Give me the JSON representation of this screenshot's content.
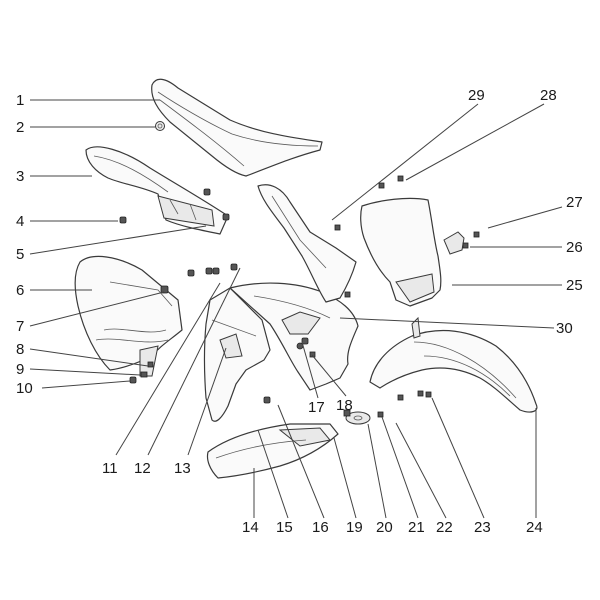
{
  "diagram": {
    "callouts": [
      {
        "id": "1",
        "text": "1"
      },
      {
        "id": "2",
        "text": "2"
      },
      {
        "id": "3",
        "text": "3"
      },
      {
        "id": "4",
        "text": "4"
      },
      {
        "id": "5",
        "text": "5"
      },
      {
        "id": "6",
        "text": "6"
      },
      {
        "id": "7",
        "text": "7"
      },
      {
        "id": "8",
        "text": "8"
      },
      {
        "id": "9",
        "text": "9"
      },
      {
        "id": "10",
        "text": "10"
      },
      {
        "id": "11",
        "text": "11"
      },
      {
        "id": "12",
        "text": "12"
      },
      {
        "id": "13",
        "text": "13"
      },
      {
        "id": "14",
        "text": "14"
      },
      {
        "id": "15",
        "text": "15"
      },
      {
        "id": "16",
        "text": "16"
      },
      {
        "id": "17",
        "text": "17"
      },
      {
        "id": "18",
        "text": "18"
      },
      {
        "id": "19",
        "text": "19"
      },
      {
        "id": "20",
        "text": "20"
      },
      {
        "id": "21",
        "text": "21"
      },
      {
        "id": "22",
        "text": "22"
      },
      {
        "id": "23",
        "text": "23"
      },
      {
        "id": "24",
        "text": "24"
      },
      {
        "id": "25",
        "text": "25"
      },
      {
        "id": "26",
        "text": "26"
      },
      {
        "id": "27",
        "text": "27"
      },
      {
        "id": "28",
        "text": "28"
      },
      {
        "id": "29",
        "text": "29"
      },
      {
        "id": "30",
        "text": "30"
      }
    ]
  }
}
